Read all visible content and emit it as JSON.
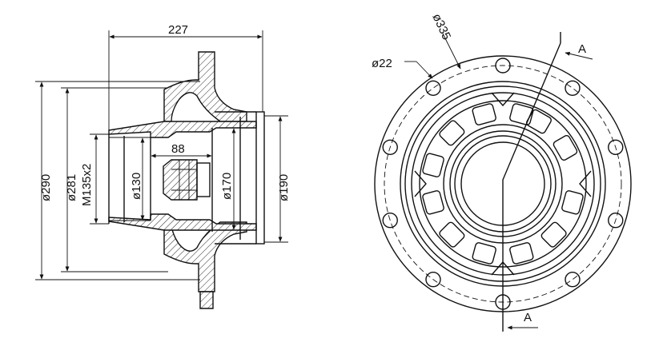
{
  "left_view": {
    "dim_length": "227",
    "dim_outer_flange": "ø290",
    "dim_bolt_circle_side": "ø281",
    "dim_thread": "M135x2",
    "dim_bore_small": "ø130",
    "dim_depth": "88",
    "dim_bore_mid": "ø170",
    "dim_bore_large": "ø190"
  },
  "right_view": {
    "dim_hole": "ø22",
    "dim_bolt_circle": "ø335",
    "section_label_top": "A",
    "section_label_bottom": "A",
    "bolt_hole_count": 10
  }
}
